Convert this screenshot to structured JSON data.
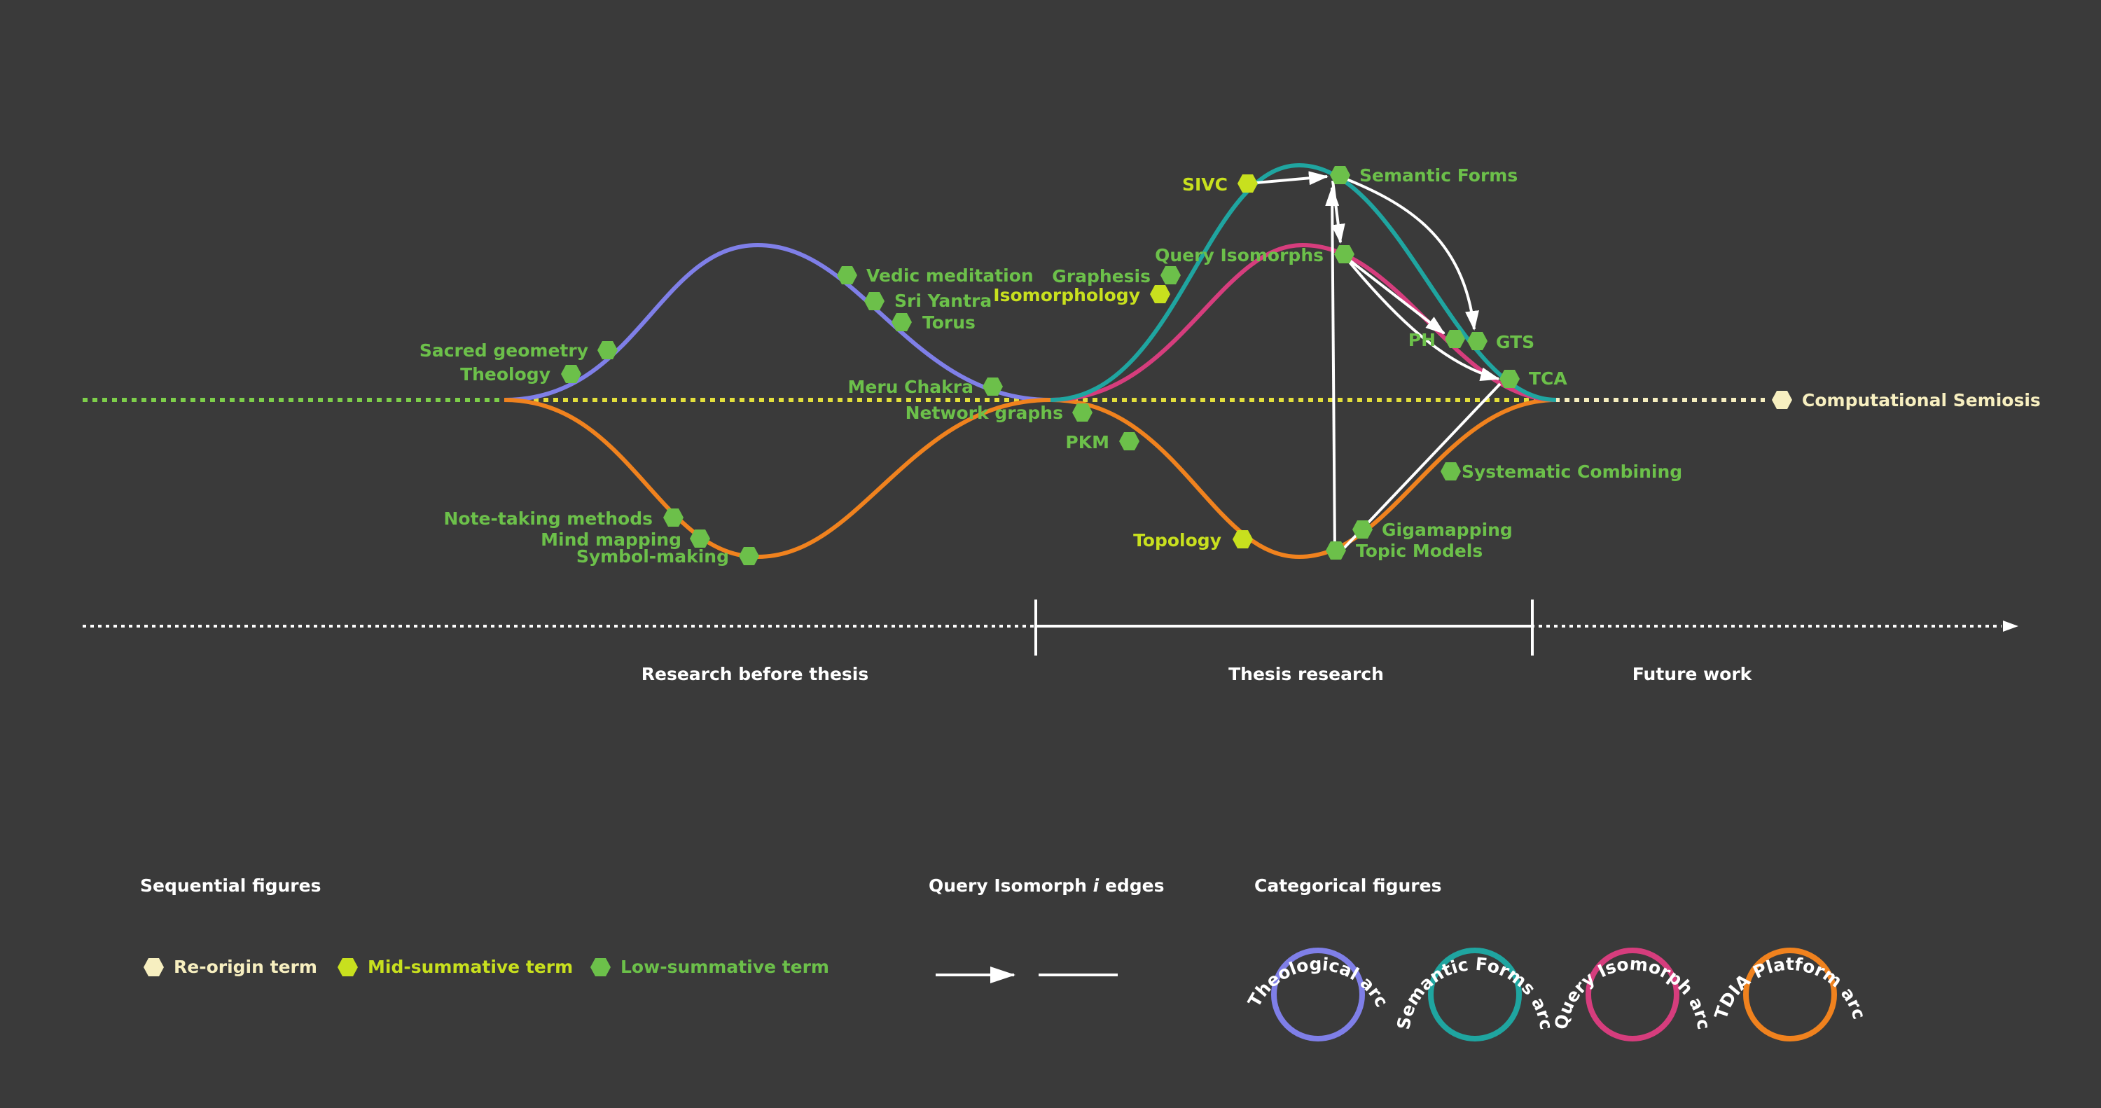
{
  "colors": {
    "background": "#3a3a3a",
    "theological_arc": "#7f7fe8",
    "semantic_forms_arc": "#1fa5a0",
    "query_isomorph_arc": "#d63d7d",
    "tdia_platform_arc": "#f0821e",
    "low_summative": "#6cc04a",
    "mid_summative": "#c8e01e",
    "re_origin": "#f7efc0",
    "baseline_green": "#7dcf4a",
    "baseline_yellow": "#e3df3c",
    "edges": "#ffffff"
  },
  "nodes": {
    "sacred_geometry": "Sacred geometry",
    "theology": "Theology",
    "vedic_meditation": "Vedic meditation",
    "sri_yantra": "Sri Yantra",
    "torus": "Torus",
    "meru_chakra": "Meru Chakra",
    "network_graphs": "Network graphs",
    "note_taking": "Note-taking methods",
    "mind_mapping": "Mind mapping",
    "symbol_making": "Symbol-making",
    "pkm": "PKM",
    "topology": "Topology",
    "topic_models": "Topic Models",
    "gigamapping": "Gigamapping",
    "systematic_combining": "Systematic Combining",
    "sivc": "SIVC",
    "semantic_forms": "Semantic Forms",
    "graphesis": "Graphesis",
    "isomorphology": "Isomorphology",
    "query_isomorphs": "Query Isomorphs",
    "ph": "PH",
    "gts": "GTS",
    "tca": "TCA",
    "computational_semiosis": "Computational Semiosis"
  },
  "timeline": {
    "research_before_thesis": "Research before thesis",
    "thesis_research": "Thesis research",
    "future_work": "Future work"
  },
  "legend": {
    "sequential_title": "Sequential figures",
    "re_origin": "Re-origin term",
    "mid_summative": "Mid-summative term",
    "low_summative": "Low-summative term",
    "edges_title_prefix": "Query Isomorph ",
    "edges_title_italic": "i",
    "edges_title_suffix": " edges",
    "categorical_title": "Categorical figures",
    "theological_arc": "Theological arc",
    "semantic_forms_arc": "Semantic Forms arc",
    "query_isomorph_arc": "Query Isomorph arc",
    "tdia_platform_arc": "TDIA Platform arc"
  }
}
